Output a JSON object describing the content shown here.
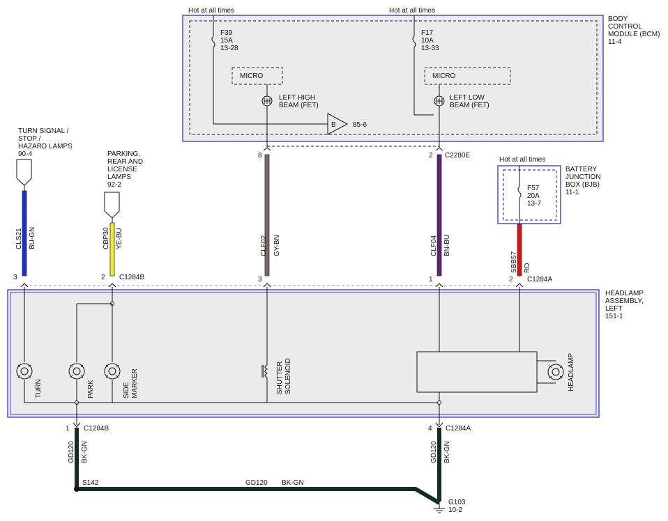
{
  "bcm": {
    "label": [
      "BODY",
      "CONTROL",
      "MODULE (BCM)",
      "11-4"
    ],
    "hot1": "Hot at all times",
    "hot2": "Hot at all times",
    "fuse1": [
      "F39",
      "15A",
      "13-28"
    ],
    "fuse2": [
      "F17",
      "10A",
      "13-33"
    ],
    "micro1": "MICRO",
    "micro2": "MICRO",
    "fet1": [
      "LEFT HIGH",
      "BEAM (FET)"
    ],
    "fet2": [
      "LEFT LOW",
      "BEAM (FET)"
    ],
    "buffer": "B",
    "buffer_ref": "85-6"
  },
  "bjb": {
    "label": [
      "BATTERY",
      "JUNCTION",
      "BOX (BJB)",
      "11-1"
    ],
    "hot": "Hot at all times",
    "fuse": [
      "F57",
      "20A",
      "13-7"
    ]
  },
  "headlamp_assembly": {
    "label": [
      "HEADLAMP",
      "ASSEMBLY,",
      "LEFT",
      "151-1"
    ]
  },
  "refs": {
    "turn": [
      "TURN SIGNAL /",
      "STOP /",
      "HAZARD LAMPS",
      "90-4"
    ],
    "park": [
      "PARKING,",
      "REAR AND",
      "LICENSE",
      "LAMPS",
      "92-2"
    ]
  },
  "connectors": {
    "c2280e": "C2280E",
    "c1284b": "C1284B",
    "c1284a": "C1284A",
    "pin_8": "8",
    "pin_2_top": "2",
    "pin_3_a": "3",
    "pin_2_b": "2",
    "pin_3_b": "3",
    "pin_1": "1",
    "pin_2_c": "2",
    "pin_1_bottom": "1",
    "pin_4": "4"
  },
  "wires": {
    "cls21": [
      "CLS21",
      "BU-GN"
    ],
    "cbp30": [
      "CBP30",
      "YE-BU"
    ],
    "clf02": [
      "CLF02",
      "GY-BN"
    ],
    "clf04": [
      "CLF04",
      "BN-BU"
    ],
    "sbb57": [
      "SBB57",
      "RD"
    ],
    "gd120_left": [
      "GD120",
      "BK-GN"
    ],
    "gd120_right": [
      "GD120",
      "BK-GN"
    ],
    "gd120_horiz": [
      "GD120",
      "BK-GN"
    ]
  },
  "components": {
    "turn": "TURN",
    "park": "PARK",
    "side_marker": [
      "SIDE",
      "MARKER"
    ],
    "shutter": [
      "SHUTTER",
      "SOLENOID"
    ],
    "headlamp": "HEADLAMP"
  },
  "splice": "S142",
  "ground": [
    "G103",
    "10-2"
  ],
  "colors": {
    "box_border": "#4040c8",
    "wire_blue": "#1c2fd6",
    "wire_yellow": "#ecec2a",
    "wire_gray_brown": "#7a6868",
    "wire_brown_blue": "#5a2470",
    "wire_red": "#e01010",
    "wire_black_green": "#10301a"
  }
}
